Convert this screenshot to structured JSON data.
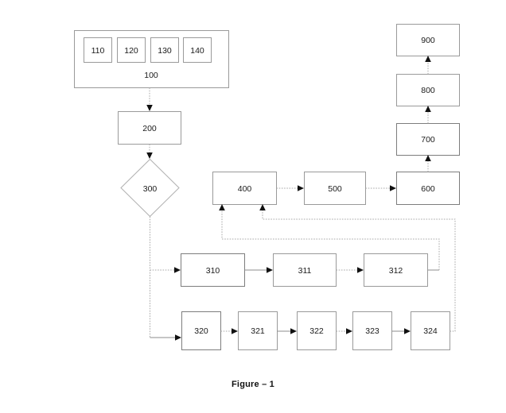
{
  "figure": {
    "caption": "Figure – 1",
    "background_color": "#ffffff",
    "box_stroke_color": "#9a9a9a",
    "connector_color": "#a8a8a8",
    "arrow_color": "#111111",
    "text_color": "#1a1a1a"
  },
  "nodes": {
    "group_100": {
      "label": "100",
      "type": "container",
      "children": [
        {
          "label": "110",
          "type": "box"
        },
        {
          "label": "120",
          "type": "box"
        },
        {
          "label": "130",
          "type": "box"
        },
        {
          "label": "140",
          "type": "box"
        }
      ]
    },
    "n200": {
      "label": "200",
      "type": "box"
    },
    "n300": {
      "label": "300",
      "type": "decision"
    },
    "n400": {
      "label": "400",
      "type": "box"
    },
    "n500": {
      "label": "500",
      "type": "box"
    },
    "n600": {
      "label": "600",
      "type": "box"
    },
    "n700": {
      "label": "700",
      "type": "box"
    },
    "n800": {
      "label": "800",
      "type": "box"
    },
    "n900": {
      "label": "900",
      "type": "box"
    },
    "n310": {
      "label": "310",
      "type": "box"
    },
    "n311": {
      "label": "311",
      "type": "box"
    },
    "n312": {
      "label": "312",
      "type": "box"
    },
    "n320": {
      "label": "320",
      "type": "box"
    },
    "n321": {
      "label": "321",
      "type": "box"
    },
    "n322": {
      "label": "322",
      "type": "box"
    },
    "n323": {
      "label": "323",
      "type": "box"
    },
    "n324": {
      "label": "324",
      "type": "box"
    }
  },
  "edges": [
    {
      "from": "100",
      "to": "200",
      "style": "dotted"
    },
    {
      "from": "200",
      "to": "300",
      "style": "dotted"
    },
    {
      "from": "300",
      "to": "310",
      "style": "dotted"
    },
    {
      "from": "300",
      "to": "320",
      "style": "dotted"
    },
    {
      "from": "310",
      "to": "311",
      "style": "solid"
    },
    {
      "from": "311",
      "to": "312",
      "style": "dotted"
    },
    {
      "from": "312",
      "to": "400",
      "style": "feedback"
    },
    {
      "from": "320",
      "to": "321",
      "style": "dotted"
    },
    {
      "from": "321",
      "to": "322",
      "style": "solid"
    },
    {
      "from": "322",
      "to": "323",
      "style": "dotted"
    },
    {
      "from": "323",
      "to": "324",
      "style": "solid"
    },
    {
      "from": "324",
      "to": "400",
      "style": "feedback"
    },
    {
      "from": "400",
      "to": "500",
      "style": "dotted"
    },
    {
      "from": "500",
      "to": "600",
      "style": "dotted"
    },
    {
      "from": "600",
      "to": "700",
      "style": "dotted"
    },
    {
      "from": "700",
      "to": "800",
      "style": "dotted"
    },
    {
      "from": "800",
      "to": "900",
      "style": "dotted"
    }
  ]
}
